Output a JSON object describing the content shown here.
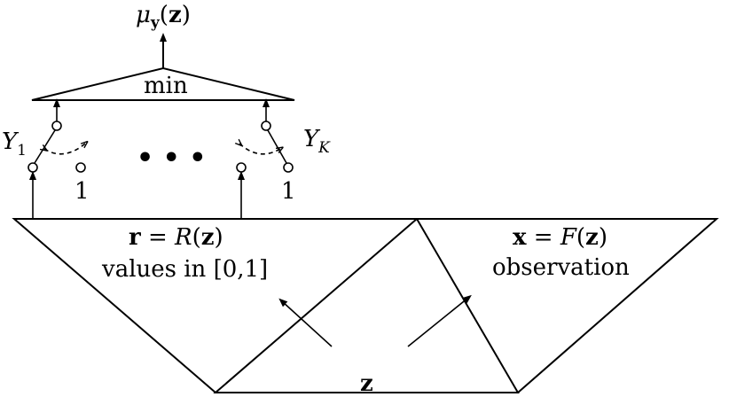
{
  "diagram": {
    "output_label": {
      "mu": "μ",
      "sub": "y",
      "arg_open": "(",
      "arg": "z",
      "arg_close": ")"
    },
    "min_block": {
      "label": "min"
    },
    "switches": [
      {
        "name": "Y",
        "sub": "1",
        "constant": "1"
      },
      {
        "name": "Y",
        "sub": "K",
        "constant": "1"
      }
    ],
    "ellipsis": "• • •",
    "r_block": {
      "eq_var": "r",
      "eq_mid": " = ",
      "eq_fn": "R",
      "eq_open": "(",
      "eq_arg": "z",
      "eq_close": ")",
      "line2": "values in [0,1]"
    },
    "x_block": {
      "eq_var": "x",
      "eq_mid": " = ",
      "eq_fn": "F",
      "eq_open": "(",
      "eq_arg": "z",
      "eq_close": ")",
      "line2": "observation"
    },
    "z_label": "z"
  }
}
